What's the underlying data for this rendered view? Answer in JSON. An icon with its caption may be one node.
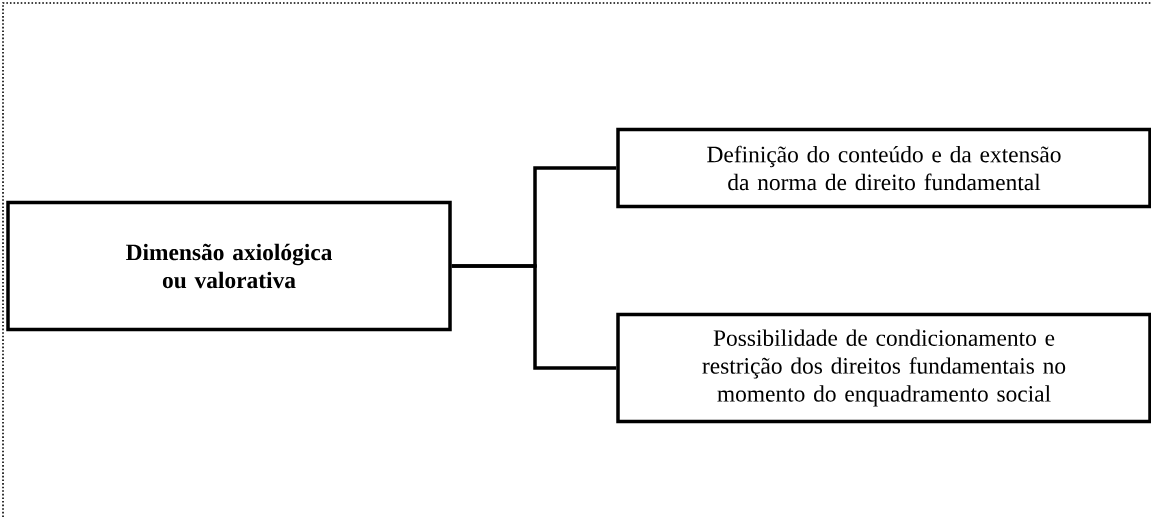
{
  "diagram": {
    "nodes": [
      {
        "text": [
          "**Dimensão axiológica ou valorativa**"
        ]
      },
      {
        "text": [
          "Definição do conteúdo e da extensão da norma de direito fundamental"
        ]
      },
      {
        "text": [
          "Possibilidade de condicionamento e restrição dos direitos fundamentais no momento do enquadramento social"
        ]
      }
    ],
    "edges": [
      {
        "from": 0,
        "to": 1,
        "arrow": "none"
      },
      {
        "from": 0,
        "to": 2,
        "arrow": "none"
      }
    ]
  }
}
